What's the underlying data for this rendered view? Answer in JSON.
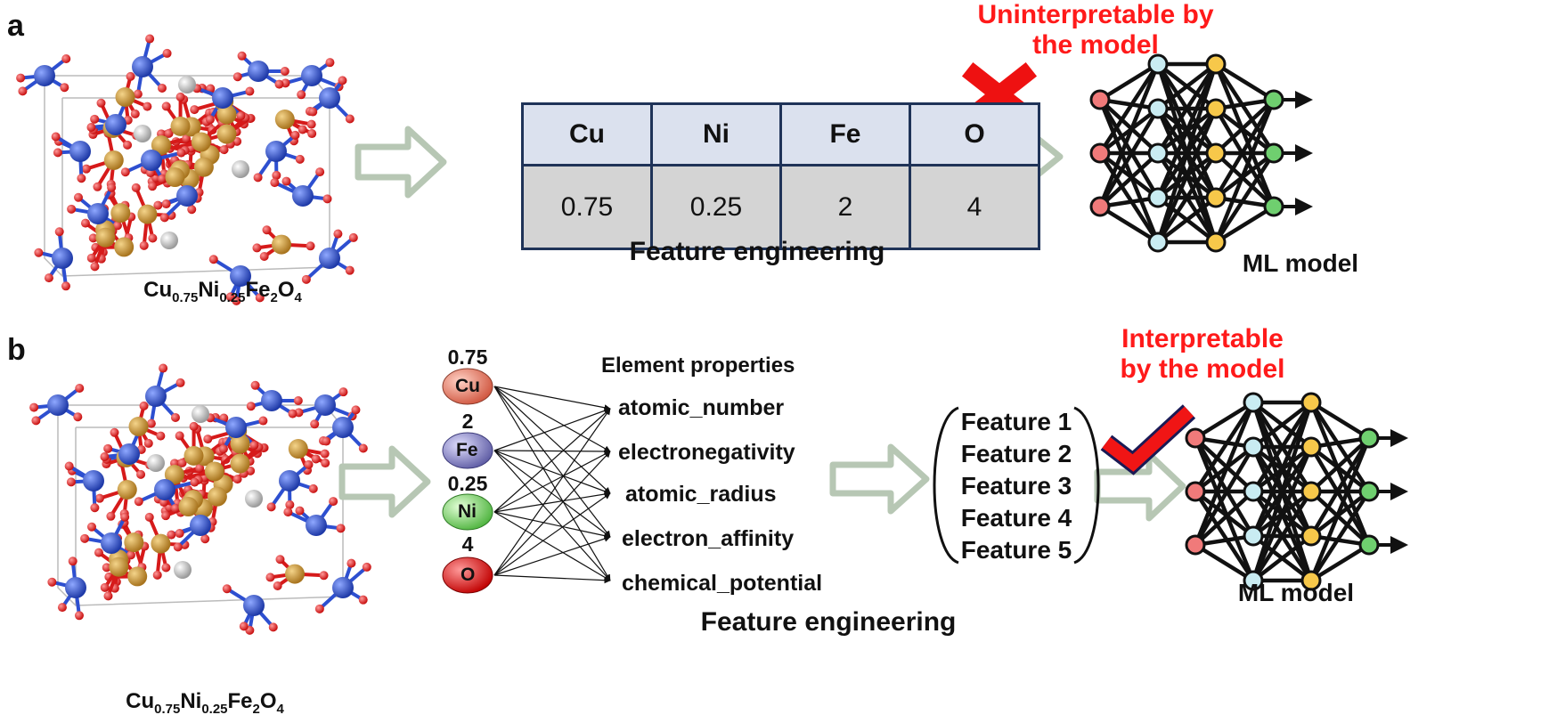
{
  "panel_a": {
    "letter": "a",
    "formula": {
      "base1": "Cu",
      "sub1": "0.75",
      "base2": "Ni",
      "sub2": "0.25",
      "base3": "Fe",
      "sub3": "2",
      "base4": "O",
      "sub4": "4"
    },
    "table": {
      "headers": [
        "Cu",
        "Ni",
        "Fe",
        "O"
      ],
      "values": [
        "0.75",
        "0.25",
        "2",
        "4"
      ]
    },
    "caption": "Feature engineering",
    "status_line1": "Uninterpretable by",
    "status_line2": "the model",
    "model_label": "ML model",
    "status_color": "#ff1a1a"
  },
  "panel_b": {
    "letter": "b",
    "formula": {
      "base1": "Cu",
      "sub1": "0.75",
      "base2": "Ni",
      "sub2": "0.25",
      "base3": "Fe",
      "sub3": "2",
      "base4": "O",
      "sub4": "4"
    },
    "elements": [
      {
        "symbol": "Cu",
        "count": "0.75",
        "color": "#e07060"
      },
      {
        "symbol": "Fe",
        "count": "2",
        "color": "#7a78b8"
      },
      {
        "symbol": "Ni",
        "count": "0.25",
        "color": "#7fd46e"
      },
      {
        "symbol": "O",
        "count": "4",
        "color": "#e81a1a"
      }
    ],
    "properties_title": "Element properties",
    "properties": [
      "atomic_number",
      "electronegativity",
      "atomic_radius",
      "electron_affinity",
      "chemical_potential"
    ],
    "features": [
      "Feature 1",
      "Feature 2",
      "Feature 3",
      "Feature 4",
      "Feature 5"
    ],
    "caption": "Feature engineering",
    "status_line1": "Interpretable",
    "status_line2": "by the model",
    "model_label": "ML model",
    "status_color": "#ff1a1a"
  }
}
